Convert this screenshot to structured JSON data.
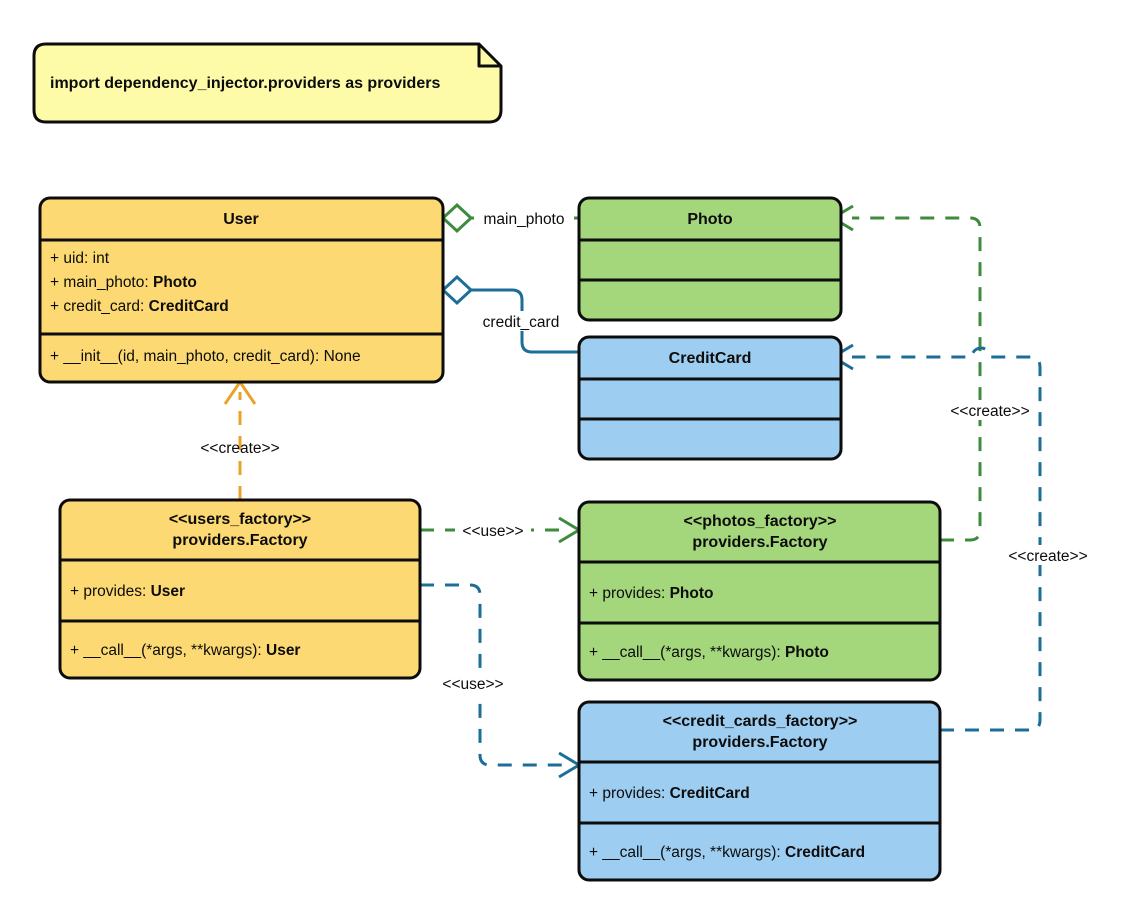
{
  "diagram": {
    "kind": "uml-class-diagram",
    "colors": {
      "yellow_fill": "#FCD972",
      "green_fill": "#A4D67B",
      "blue_fill": "#9DCDF0",
      "note_fill": "#FDFBA8",
      "border": "#0C0C0C",
      "green_edge": "#3D8B3D",
      "blue_edge": "#1C6E99",
      "orange_edge": "#E8A32C",
      "background": "#FFFFFF"
    }
  },
  "note": {
    "text": "import dependency_injector.providers as providers"
  },
  "classes": {
    "user": {
      "name": "User",
      "attributes": [
        {
          "prefix": "+ uid: ",
          "type": "int",
          "type_bold": false
        },
        {
          "prefix": "+ main_photo: ",
          "type": "Photo",
          "type_bold": true
        },
        {
          "prefix": "+ credit_card: ",
          "type": "CreditCard",
          "type_bold": true
        }
      ],
      "methods": [
        {
          "prefix": "+ __init__(id, main_photo, credit_card): ",
          "type": "None",
          "type_bold": false
        }
      ]
    },
    "photo": {
      "name": "Photo",
      "attributes": [],
      "methods": []
    },
    "credit_card": {
      "name": "CreditCard",
      "attributes": [],
      "methods": []
    },
    "users_factory": {
      "stereotype": "<<users_factory>>",
      "name": "providers.Factory",
      "attributes": [
        {
          "prefix": "+ provides: ",
          "type": "User",
          "type_bold": true
        }
      ],
      "methods": [
        {
          "prefix": "+ __call__(*args, **kwargs): ",
          "type": "User",
          "type_bold": true
        }
      ]
    },
    "photos_factory": {
      "stereotype": "<<photos_factory>>",
      "name": "providers.Factory",
      "attributes": [
        {
          "prefix": "+ provides: ",
          "type": "Photo",
          "type_bold": true
        }
      ],
      "methods": [
        {
          "prefix": "+ __call__(*args, **kwargs): ",
          "type": "Photo",
          "type_bold": true
        }
      ]
    },
    "credit_cards_factory": {
      "stereotype": "<<credit_cards_factory>>",
      "name": "providers.Factory",
      "attributes": [
        {
          "prefix": "+ provides: ",
          "type": "CreditCard",
          "type_bold": true
        }
      ],
      "methods": [
        {
          "prefix": "+ __call__(*args, **kwargs): ",
          "type": "CreditCard",
          "type_bold": true
        }
      ]
    }
  },
  "edges": {
    "user_main_photo": {
      "label": "main_photo",
      "kind": "aggregation",
      "from": "User",
      "to": "Photo",
      "color": "#3D8B3D"
    },
    "user_credit_card": {
      "label": "credit_card",
      "kind": "aggregation",
      "from": "User",
      "to": "CreditCard",
      "color": "#1C6E99"
    },
    "users_factory_create_user": {
      "label": "<<create>>",
      "kind": "dependency-dashed",
      "from": "users_factory",
      "to": "User",
      "color": "#E8A32C"
    },
    "users_factory_use_photos": {
      "label": "<<use>>",
      "kind": "dependency-dashed",
      "from": "users_factory",
      "to": "photos_factory",
      "color": "#3D8B3D"
    },
    "users_factory_use_credit_cards": {
      "label": "<<use>>",
      "kind": "dependency-dashed",
      "from": "users_factory",
      "to": "credit_cards_factory",
      "color": "#1C6E99"
    },
    "photos_factory_create_photo": {
      "label": "<<create>>",
      "kind": "dependency-dashed",
      "from": "photos_factory",
      "to": "Photo",
      "color": "#3D8B3D"
    },
    "credit_cards_factory_create_credit_card": {
      "label": "<<create>>",
      "kind": "dependency-dashed",
      "from": "credit_cards_factory",
      "to": "CreditCard",
      "color": "#1C6E99"
    }
  }
}
